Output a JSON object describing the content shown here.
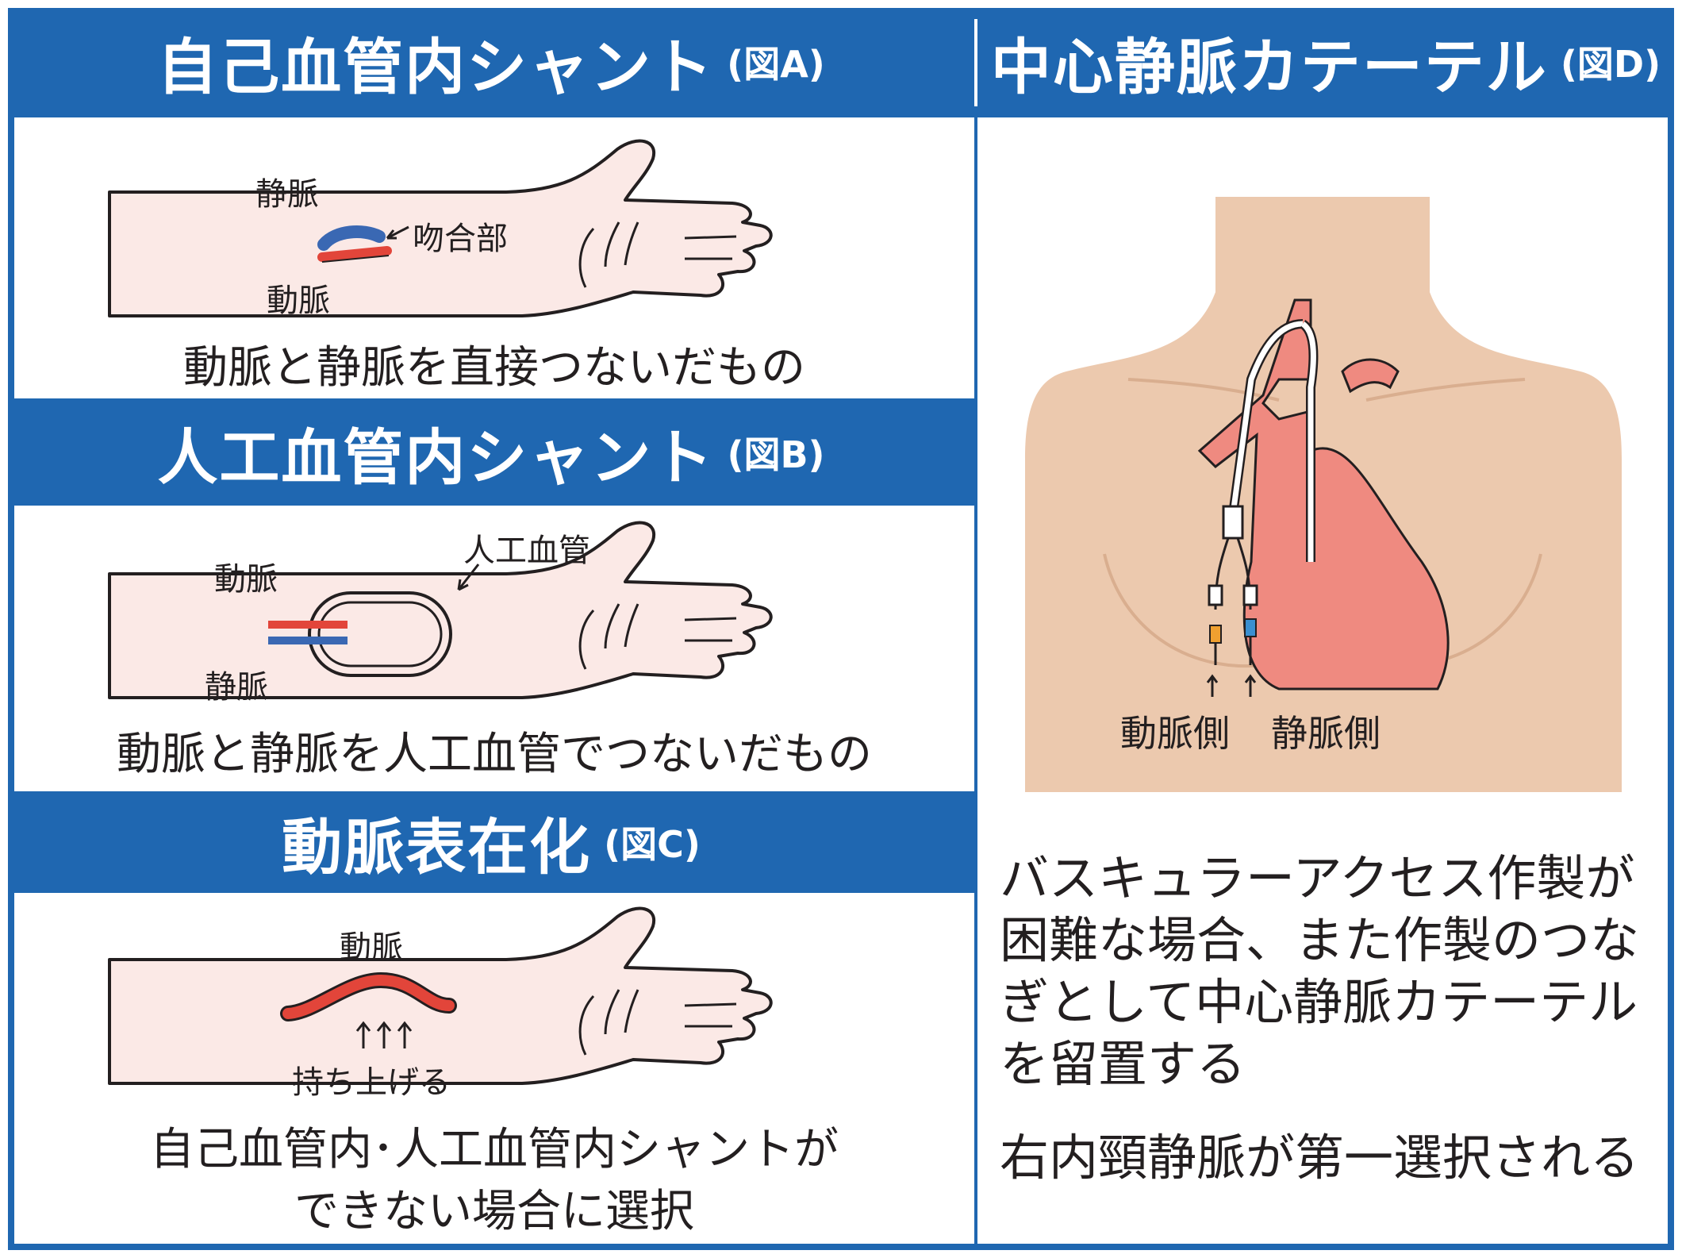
{
  "panel_a": {
    "title": "自己血管内シャント",
    "figure_ref": "(図A)",
    "labels": {
      "vein": "静脈",
      "artery": "動脈",
      "anastomosis": "吻合部"
    },
    "caption": "動脈と静脈を直接つないだもの"
  },
  "panel_b": {
    "title": "人工血管内シャント",
    "figure_ref": "(図B)",
    "labels": {
      "artery": "動脈",
      "vein": "静脈",
      "graft": "人工血管"
    },
    "caption": "動脈と静脈を人工血管でつないだもの"
  },
  "panel_c": {
    "title": "動脈表在化",
    "figure_ref": "(図C)",
    "labels": {
      "artery": "動脈",
      "lift": "持ち上げる"
    },
    "caption_line1": "自己血管内･人工血管内シャントが",
    "caption_line2": "できない場合に選択"
  },
  "panel_d": {
    "title": "中心静脈カテーテル",
    "figure_ref": "(図D)",
    "labels": {
      "arterial_side": "動脈側",
      "venous_side": "静脈側"
    },
    "text_line1": "バスキュラーアクセス作製が",
    "text_line2": "困難な場合、また作製のつな",
    "text_line3": "ぎとして中心静脈カテーテル",
    "text_line4": "を留置する",
    "note": "右内頸静脈が第一選択される"
  },
  "colors": {
    "header_blue": "#1f67b1",
    "skin": "#fbe9e6",
    "torso_skin": "#ecc9ae",
    "artery_red": "#e2453a",
    "vein_blue": "#3a68b3",
    "heart_pink": "#ef8a80",
    "catheter_orange": "#f0a030",
    "catheter_blue": "#3a8fd0"
  },
  "icons": [
    "arm-illustration",
    "torso-illustration",
    "heart-illustration",
    "catheter-illustration"
  ]
}
